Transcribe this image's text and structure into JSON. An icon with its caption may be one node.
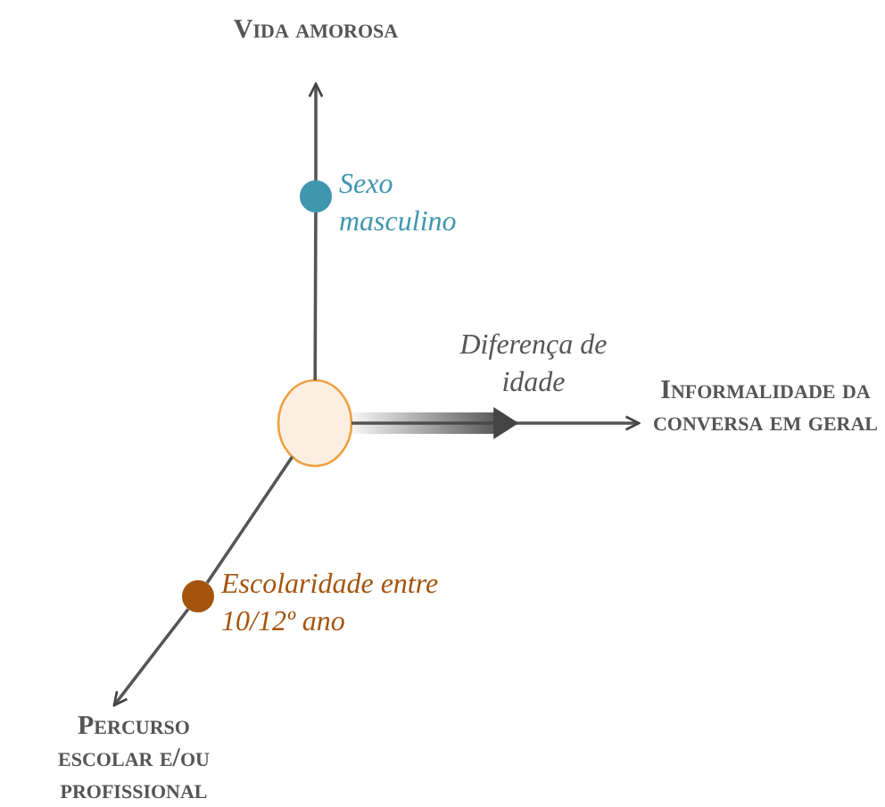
{
  "diagram": {
    "nodes": [
      {
        "text": [],
        "shape": "circle"
      },
      {
        "text": [
          "Vida amorosa"
        ]
      },
      {
        "text": [
          "Informalidade da conversa em geral"
        ]
      },
      {
        "text": [
          "Percurso escolar e/ou profissional"
        ]
      },
      {
        "text": [],
        "shape": "circle",
        "beside": [
          "Sexo masculino"
        ]
      },
      {
        "text": [],
        "shape": "circle",
        "beside": [
          "Escolaridade entre 10/12º ano"
        ]
      }
    ],
    "edges": [
      {
        "from": 0,
        "to": 4,
        "arrow": "none"
      },
      {
        "from": 4,
        "to": 1,
        "arrow": "to"
      },
      {
        "from": 0,
        "to": 2,
        "arrow": "to"
      },
      {
        "from": 0,
        "to": 5,
        "arrow": "none"
      },
      {
        "from": 5,
        "to": 3,
        "arrow": "to"
      },
      {
        "from": 0,
        "to": null,
        "arrow": "to",
        "label": "Diferença de idade",
        "style": "thick",
        "color": "#444444"
      }
    ]
  }
}
